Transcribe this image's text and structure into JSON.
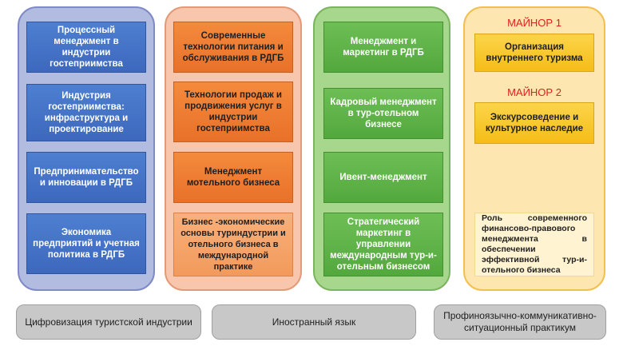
{
  "column1": {
    "items": [
      "Процессный менеджмент в индустрии гостеприимства",
      "Индустрия гостеприимства: инфраструктура и проектирование",
      "Предпринимательство и инновации в РДГБ",
      "Экономика предприятий и учетная политика в РДГБ"
    ]
  },
  "column2": {
    "items": [
      "Современные технологии питания и обслуживания в РДГБ",
      "Технологии продаж и продвижения услуг в индустрии гостеприимства",
      "Менеджмент мотельного бизнеса",
      "Бизнес -экономические основы туриндустрии и отельного бизнеса в международной практике"
    ]
  },
  "column3": {
    "items": [
      "Менеджмент и маркетинг в РДГБ",
      "Кадровый менеджмент в тур-отельном бизнесе",
      "Ивент-менеджмент",
      "Стратегический маркетинг в управлении международным тур-и-отельным бизнесом"
    ]
  },
  "column4": {
    "minor1_title": "МАЙНОР 1",
    "minor1_item": "Организация внутреннего туризма",
    "minor2_title": "МАЙНОР 2",
    "minor2_item": "Экскурсоведение и культурное наследие",
    "note": "Роль современного финансово-правового менеджмента в обеспечении эффективной тур-и-отельного бизнеса"
  },
  "bottom": [
    "Цифровизация туристской индустрии",
    "Иностранный язык",
    "Профиноязычно-коммуникативно-ситуационный практикум"
  ],
  "colors": {
    "blue": "#4e7fd1",
    "orange": "#f48a3c",
    "green": "#6dbf55",
    "yellow": "#fcd44a",
    "minor_red": "#e0201b"
  }
}
